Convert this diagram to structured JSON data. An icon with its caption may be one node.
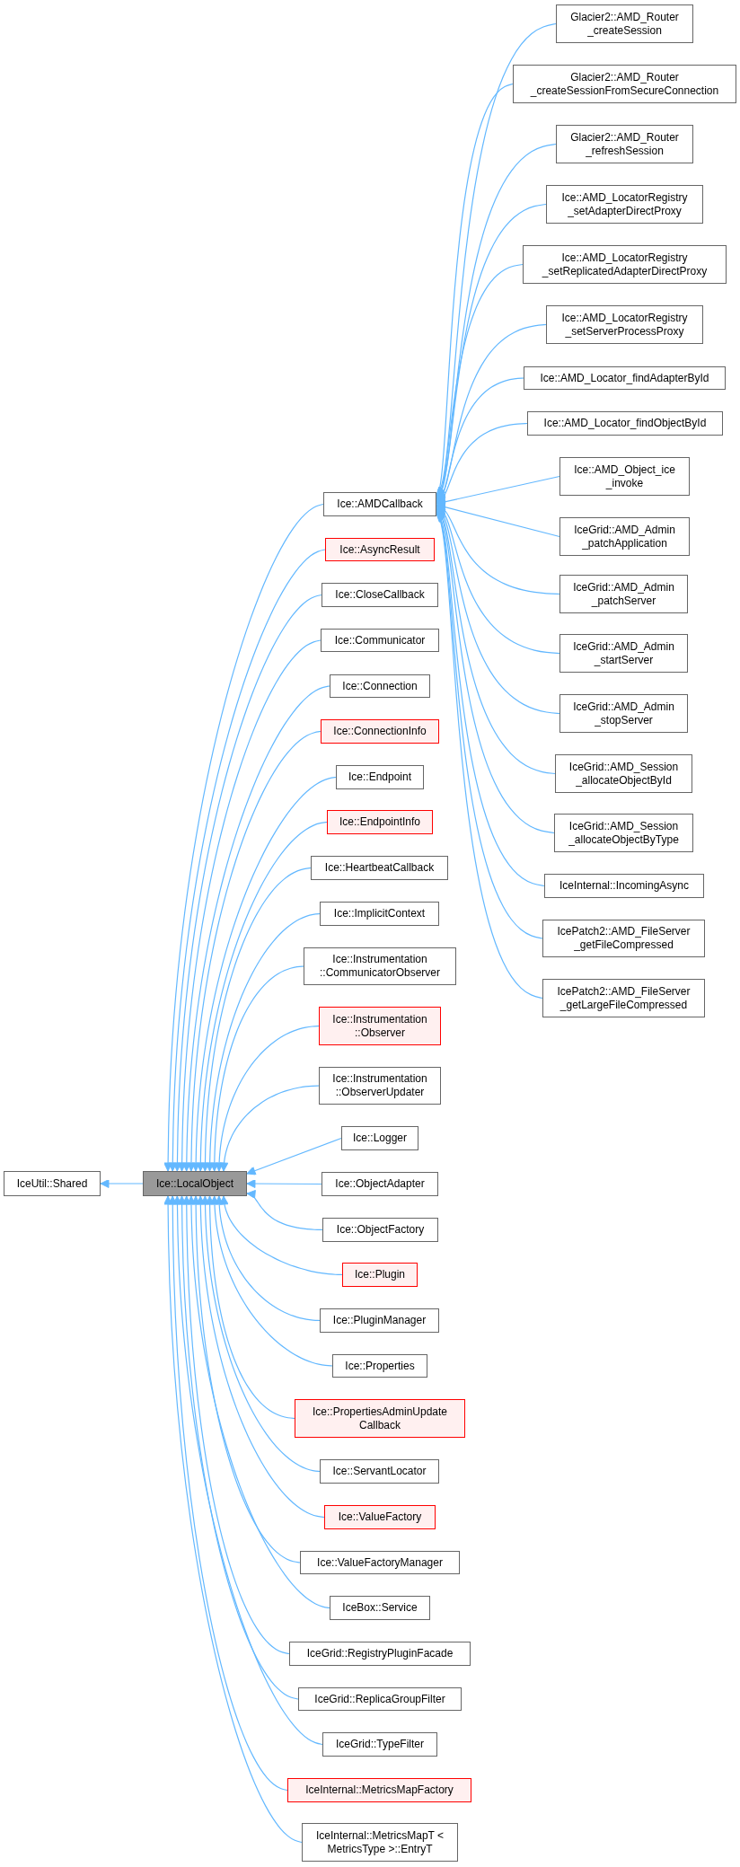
{
  "diagram": {
    "nodes": [
      {
        "text": [
          "IceUtil::Shared"
        ]
      },
      {
        "text": [
          "Ice::LocalObject"
        ]
      },
      {
        "text": [
          "Ice::AMDCallback"
        ]
      },
      {
        "text": [
          "Ice::AsyncResult"
        ]
      },
      {
        "text": [
          "Ice::CloseCallback"
        ]
      },
      {
        "text": [
          "Ice::Communicator"
        ]
      },
      {
        "text": [
          "Ice::Connection"
        ]
      },
      {
        "text": [
          "Ice::ConnectionInfo"
        ]
      },
      {
        "text": [
          "Ice::Endpoint"
        ]
      },
      {
        "text": [
          "Ice::EndpointInfo"
        ]
      },
      {
        "text": [
          "Ice::HeartbeatCallback"
        ]
      },
      {
        "text": [
          "Ice::ImplicitContext"
        ]
      },
      {
        "text": [
          "Ice::Instrumentation ::CommunicatorObserver"
        ]
      },
      {
        "text": [
          "Ice::Instrumentation ::Observer"
        ]
      },
      {
        "text": [
          "Ice::Instrumentation ::ObserverUpdater"
        ]
      },
      {
        "text": [
          "Ice::Logger"
        ]
      },
      {
        "text": [
          "Ice::ObjectAdapter"
        ]
      },
      {
        "text": [
          "Ice::ObjectFactory"
        ]
      },
      {
        "text": [
          "Ice::Plugin"
        ]
      },
      {
        "text": [
          "Ice::PluginManager"
        ]
      },
      {
        "text": [
          "Ice::Properties"
        ]
      },
      {
        "text": [
          "Ice::PropertiesAdminUpdate Callback"
        ]
      },
      {
        "text": [
          "Ice::ServantLocator"
        ]
      },
      {
        "text": [
          "Ice::ValueFactory"
        ]
      },
      {
        "text": [
          "Ice::ValueFactoryManager"
        ]
      },
      {
        "text": [
          "IceBox::Service"
        ]
      },
      {
        "text": [
          "IceGrid::RegistryPluginFacade"
        ]
      },
      {
        "text": [
          "IceGrid::ReplicaGroupFilter"
        ]
      },
      {
        "text": [
          "IceGrid::TypeFilter"
        ]
      },
      {
        "text": [
          "IceInternal::MetricsMapFactory"
        ]
      },
      {
        "text": [
          "IceInternal::MetricsMapT < MetricsType >::EntryT"
        ]
      },
      {
        "text": [
          "Glacier2::AMD_Router _createSession"
        ]
      },
      {
        "text": [
          "Glacier2::AMD_Router _createSessionFromSecureConnection"
        ]
      },
      {
        "text": [
          "Glacier2::AMD_Router _refreshSession"
        ]
      },
      {
        "text": [
          "Ice::AMD_LocatorRegistry _setAdapterDirectProxy"
        ]
      },
      {
        "text": [
          "Ice::AMD_LocatorRegistry _setReplicatedAdapterDirectProxy"
        ]
      },
      {
        "text": [
          "Ice::AMD_LocatorRegistry _setServerProcessProxy"
        ]
      },
      {
        "text": [
          "Ice::AMD_Locator_findAdapterById"
        ]
      },
      {
        "text": [
          "Ice::AMD_Locator_findObjectById"
        ]
      },
      {
        "text": [
          "Ice::AMD_Object_ice _invoke"
        ]
      },
      {
        "text": [
          "IceGrid::AMD_Admin _patchApplication"
        ]
      },
      {
        "text": [
          "IceGrid::AMD_Admin _patchServer"
        ]
      },
      {
        "text": [
          "IceGrid::AMD_Admin _startServer"
        ]
      },
      {
        "text": [
          "IceGrid::AMD_Admin _stopServer"
        ]
      },
      {
        "text": [
          "IceGrid::AMD_Session _allocateObjectById"
        ]
      },
      {
        "text": [
          "IceGrid::AMD_Session _allocateObjectByType"
        ]
      },
      {
        "text": [
          "IceInternal::IncomingAsync"
        ]
      },
      {
        "text": [
          "IcePatch2::AMD_FileServer _getFileCompressed"
        ]
      },
      {
        "text": [
          "IcePatch2::AMD_FileServer _getLargeFileCompressed"
        ]
      }
    ],
    "edges": [
      {
        "from": 1,
        "to": 0,
        "arrow": "to"
      },
      {
        "from": 2,
        "to": 1,
        "arrow": "to"
      },
      {
        "from": 3,
        "to": 1,
        "arrow": "to"
      },
      {
        "from": 4,
        "to": 1,
        "arrow": "to"
      },
      {
        "from": 5,
        "to": 1,
        "arrow": "to"
      },
      {
        "from": 6,
        "to": 1,
        "arrow": "to"
      },
      {
        "from": 7,
        "to": 1,
        "arrow": "to"
      },
      {
        "from": 8,
        "to": 1,
        "arrow": "to"
      },
      {
        "from": 9,
        "to": 1,
        "arrow": "to"
      },
      {
        "from": 10,
        "to": 1,
        "arrow": "to"
      },
      {
        "from": 11,
        "to": 1,
        "arrow": "to"
      },
      {
        "from": 12,
        "to": 1,
        "arrow": "to"
      },
      {
        "from": 13,
        "to": 1,
        "arrow": "to"
      },
      {
        "from": 14,
        "to": 1,
        "arrow": "to"
      },
      {
        "from": 15,
        "to": 1,
        "arrow": "to"
      },
      {
        "from": 16,
        "to": 1,
        "arrow": "to"
      },
      {
        "from": 17,
        "to": 1,
        "arrow": "to"
      },
      {
        "from": 18,
        "to": 1,
        "arrow": "to"
      },
      {
        "from": 19,
        "to": 1,
        "arrow": "to"
      },
      {
        "from": 20,
        "to": 1,
        "arrow": "to"
      },
      {
        "from": 21,
        "to": 1,
        "arrow": "to"
      },
      {
        "from": 22,
        "to": 1,
        "arrow": "to"
      },
      {
        "from": 23,
        "to": 1,
        "arrow": "to"
      },
      {
        "from": 24,
        "to": 1,
        "arrow": "to"
      },
      {
        "from": 25,
        "to": 1,
        "arrow": "to"
      },
      {
        "from": 26,
        "to": 1,
        "arrow": "to"
      },
      {
        "from": 27,
        "to": 1,
        "arrow": "to"
      },
      {
        "from": 28,
        "to": 1,
        "arrow": "to"
      },
      {
        "from": 29,
        "to": 1,
        "arrow": "to"
      },
      {
        "from": 30,
        "to": 1,
        "arrow": "to"
      },
      {
        "from": 31,
        "to": 2,
        "arrow": "to"
      },
      {
        "from": 32,
        "to": 2,
        "arrow": "to"
      },
      {
        "from": 33,
        "to": 2,
        "arrow": "to"
      },
      {
        "from": 34,
        "to": 2,
        "arrow": "to"
      },
      {
        "from": 35,
        "to": 2,
        "arrow": "to"
      },
      {
        "from": 36,
        "to": 2,
        "arrow": "to"
      },
      {
        "from": 37,
        "to": 2,
        "arrow": "to"
      },
      {
        "from": 38,
        "to": 2,
        "arrow": "to"
      },
      {
        "from": 39,
        "to": 2,
        "arrow": "to"
      },
      {
        "from": 40,
        "to": 2,
        "arrow": "to"
      },
      {
        "from": 41,
        "to": 2,
        "arrow": "to"
      },
      {
        "from": 42,
        "to": 2,
        "arrow": "to"
      },
      {
        "from": 43,
        "to": 2,
        "arrow": "to"
      },
      {
        "from": 44,
        "to": 2,
        "arrow": "to"
      },
      {
        "from": 45,
        "to": 2,
        "arrow": "to"
      },
      {
        "from": 46,
        "to": 2,
        "arrow": "to"
      },
      {
        "from": 47,
        "to": 2,
        "arrow": "to"
      },
      {
        "from": 48,
        "to": 2,
        "arrow": "to"
      }
    ]
  }
}
